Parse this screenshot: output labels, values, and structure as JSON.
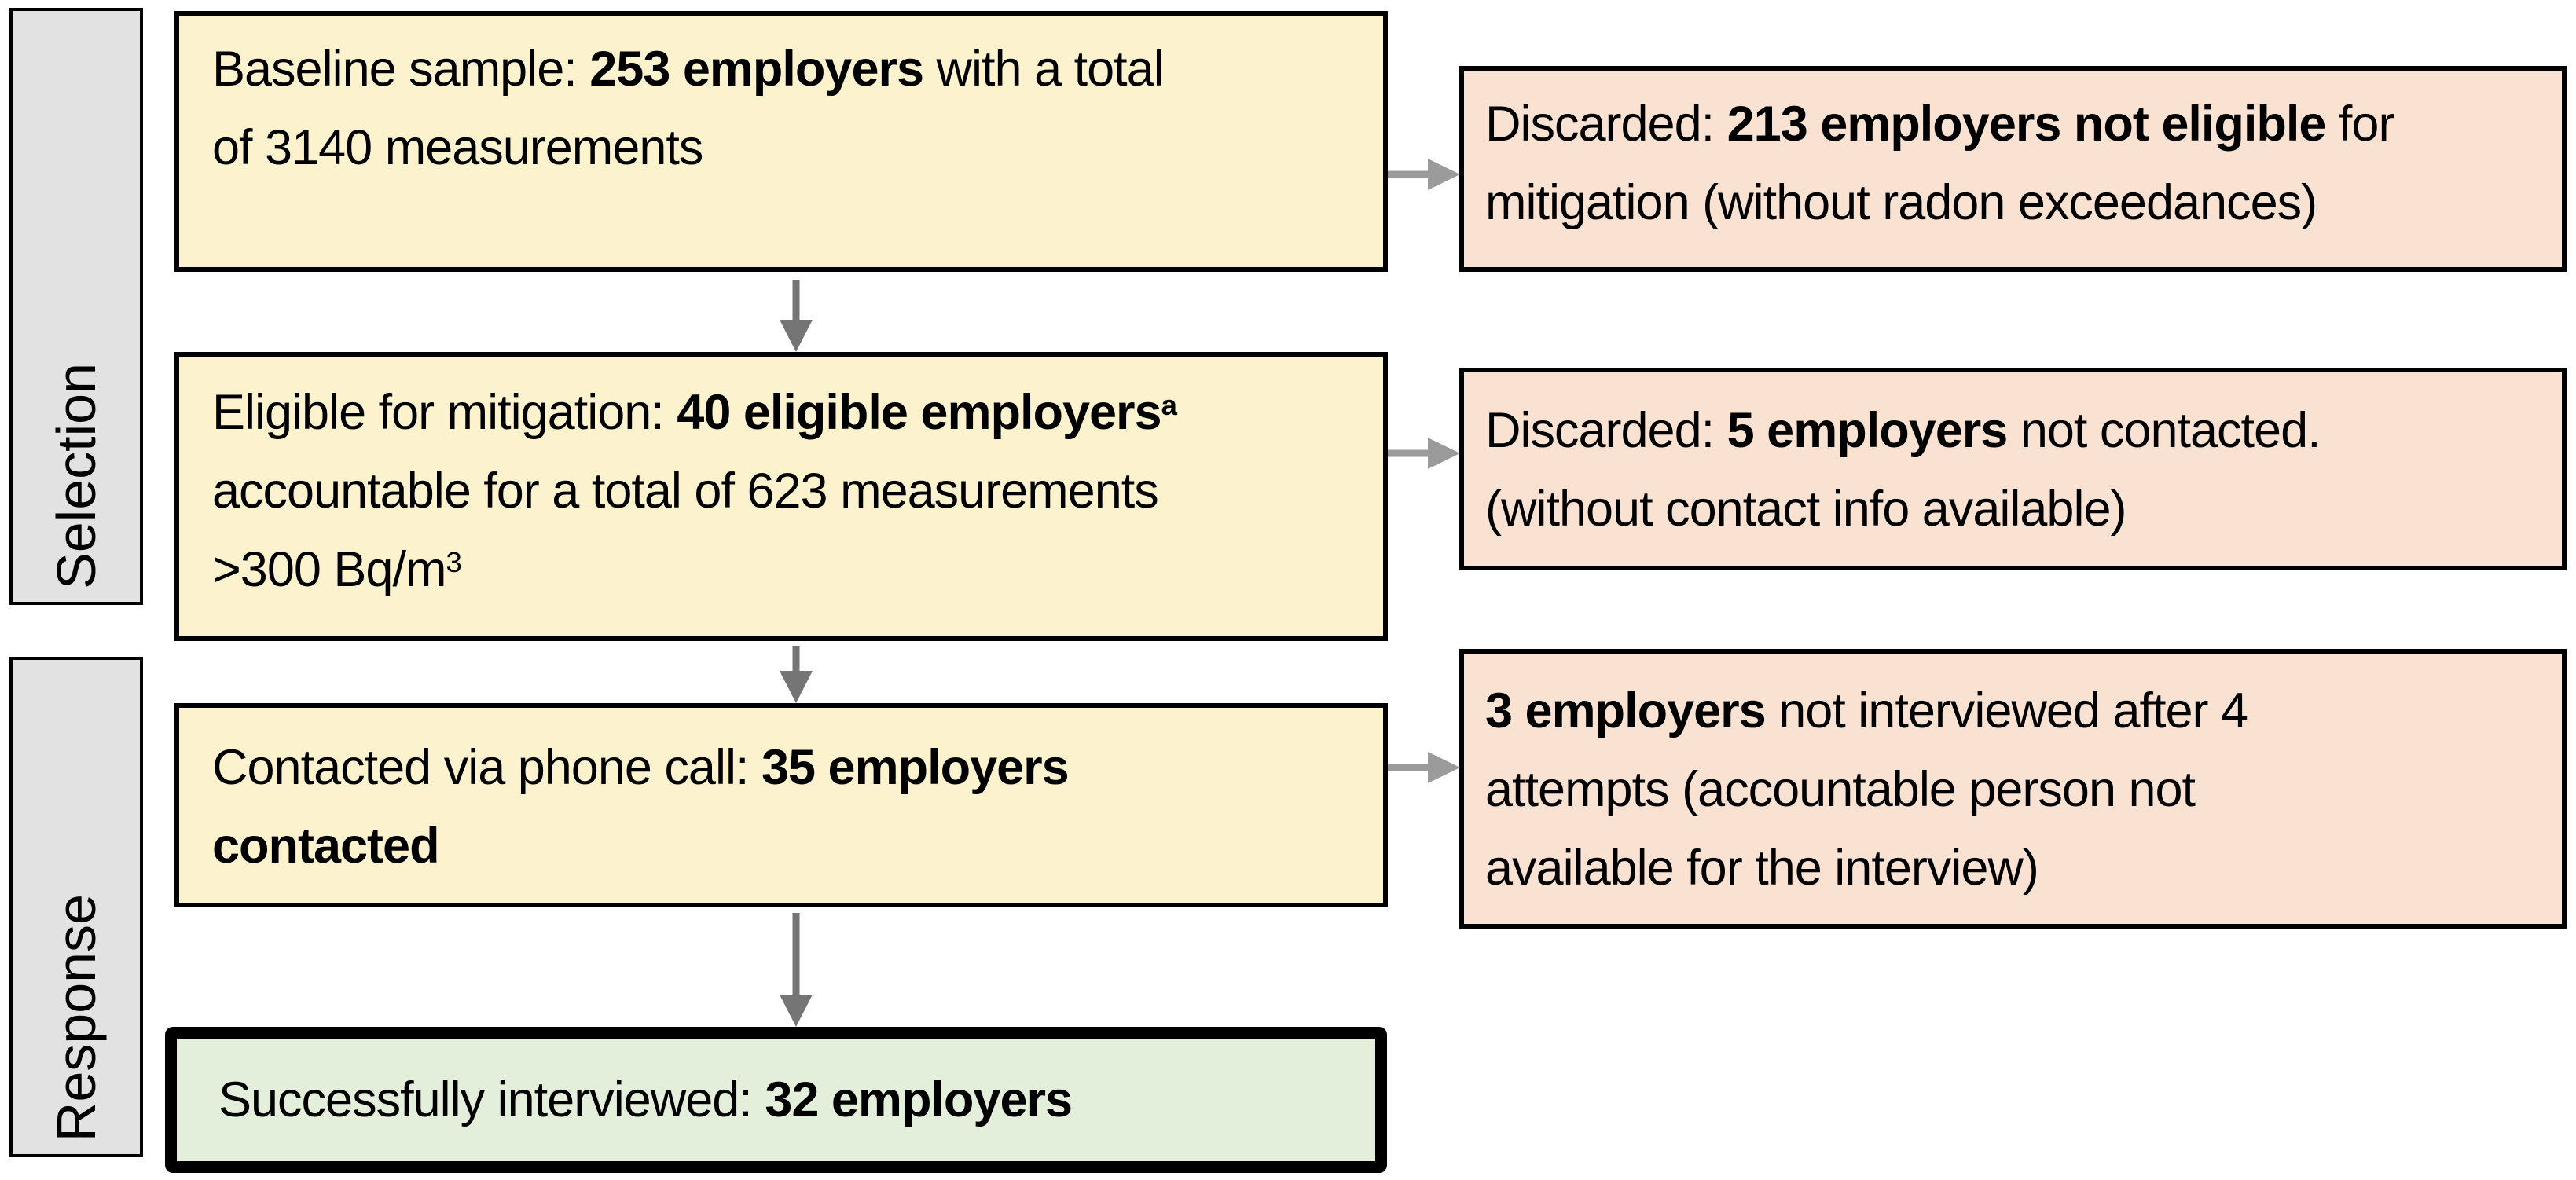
{
  "palette": {
    "process_box_bg": "#FCF2CE",
    "discard_box_bg": "#F9E2D2",
    "result_box_bg": "#E4EFDB",
    "phase_label_bg": "#E2E2E2",
    "box_border": "#000000",
    "down_arrow": "#757575",
    "right_arrow": "#9B9B9B"
  },
  "sidebar": {
    "selection_label": "Selection",
    "response_label": "Response"
  },
  "flow": {
    "baseline": {
      "lines": [
        [
          {
            "t": "Baseline sample: "
          },
          {
            "t": "253 employers",
            "b": 1
          },
          {
            "t": " with a total"
          }
        ],
        [
          {
            "t": "of 3140 measurements"
          }
        ]
      ]
    },
    "eligible": {
      "lines": [
        [
          {
            "t": "Eligible for mitigation: "
          },
          {
            "t": "40 eligible employers",
            "b": 1
          },
          {
            "t": "a",
            "b": 1,
            "sup": 1
          }
        ],
        [
          {
            "t": "accountable for a total of 623 measurements"
          }
        ],
        [
          {
            "t": ">300 Bq/m"
          },
          {
            "t": "3",
            "sup": 1
          }
        ]
      ]
    },
    "contacted": {
      "lines": [
        [
          {
            "t": "Contacted via phone call: "
          },
          {
            "t": "35 employers",
            "b": 1
          }
        ],
        [
          {
            "t": "contacted",
            "b": 1
          }
        ]
      ]
    },
    "interviewed": {
      "lines": [
        [
          {
            "t": "Successfully interviewed: "
          },
          {
            "t": "32 employers",
            "b": 1
          }
        ]
      ]
    },
    "discarded_not_eligible": {
      "lines": [
        [
          {
            "t": "Discarded: "
          },
          {
            "t": "213 employers not eligible",
            "b": 1
          },
          {
            "t": " for"
          }
        ],
        [
          {
            "t": "mitigation (without radon exceedances)"
          }
        ]
      ]
    },
    "discarded_not_contacted": {
      "lines": [
        [
          {
            "t": "Discarded: "
          },
          {
            "t": "5 employers",
            "b": 1
          },
          {
            "t": " not contacted."
          }
        ],
        [
          {
            "t": "(without contact info available)"
          }
        ]
      ]
    },
    "not_interviewed": {
      "lines": [
        [
          {
            "t": "3 employers",
            "b": 1
          },
          {
            "t": " not interviewed after 4"
          }
        ],
        [
          {
            "t": "attempts (accountable person not"
          }
        ],
        [
          {
            "t": "available for the interview)"
          }
        ]
      ]
    }
  }
}
